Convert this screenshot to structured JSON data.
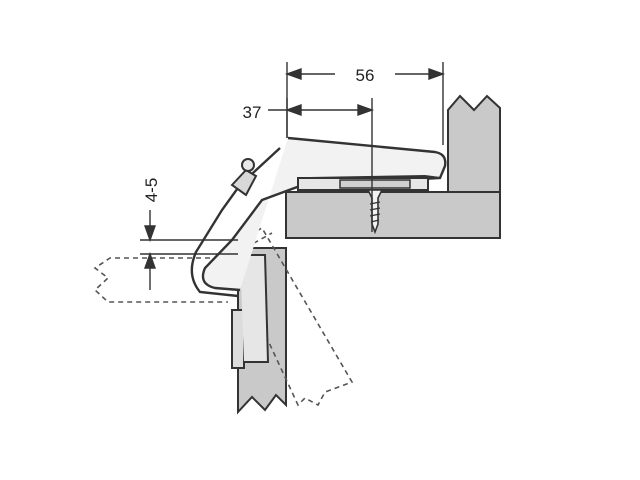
{
  "diagram": {
    "dimensions": {
      "overall_depth": "56",
      "screw_position": "37",
      "door_gap": "4-5"
    },
    "colors": {
      "line": "#333333",
      "panel_fill": "#c9c9c9",
      "background": "#ffffff"
    }
  }
}
